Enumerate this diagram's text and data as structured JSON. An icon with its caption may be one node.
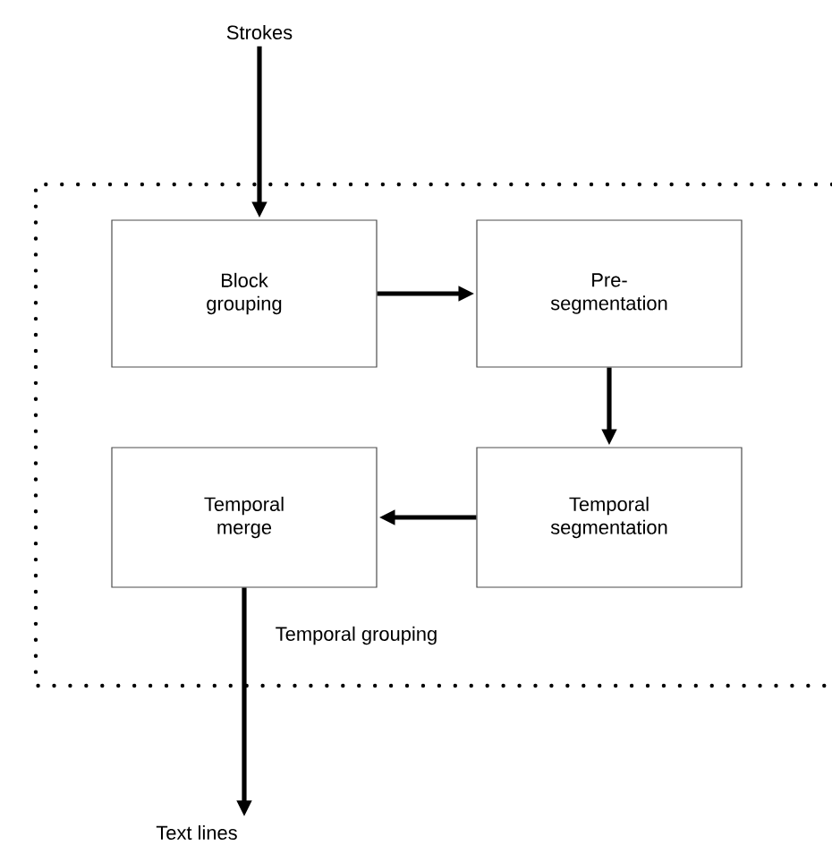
{
  "diagram": {
    "nodes": [
      {
        "text": [
          "Strokes"
        ]
      },
      {
        "text": [
          "Temporal grouping"
        ]
      },
      {
        "text": [
          "Block grouping"
        ],
        "in": 1
      },
      {
        "text": [
          "Pre-segmentation"
        ],
        "in": 1
      },
      {
        "text": [
          "Temporal merge"
        ],
        "in": 1
      },
      {
        "text": [
          "Temporal segmentation"
        ],
        "in": 1
      },
      {
        "text": [
          "Text lines"
        ]
      }
    ],
    "edges": [
      {
        "from": 0,
        "to": 2,
        "arrow": "to"
      },
      {
        "from": 2,
        "to": 3,
        "arrow": "to"
      },
      {
        "from": 3,
        "to": 5,
        "arrow": "to"
      },
      {
        "from": 5,
        "to": 4,
        "arrow": "to"
      },
      {
        "from": 4,
        "to": 6,
        "arrow": "to"
      }
    ]
  }
}
